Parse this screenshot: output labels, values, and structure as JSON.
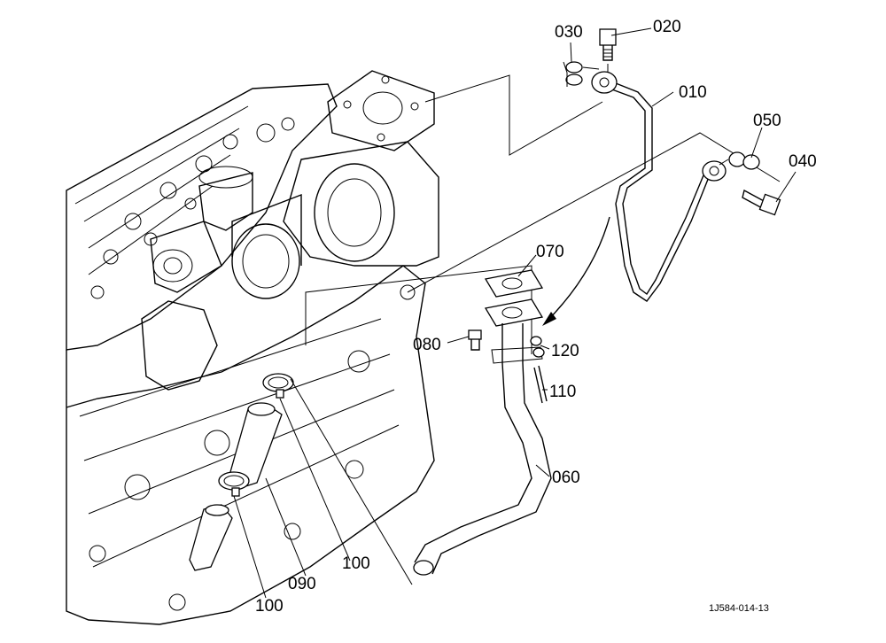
{
  "callouts": {
    "p010": "010",
    "p020": "020",
    "p030": "030",
    "p040": "040",
    "p050": "050",
    "p060": "060",
    "p070": "070",
    "p080": "080",
    "p090": "090",
    "p100a": "100",
    "p100b": "100",
    "p110": "110",
    "p120": "120"
  },
  "drawing_id": "1J584-014-13"
}
